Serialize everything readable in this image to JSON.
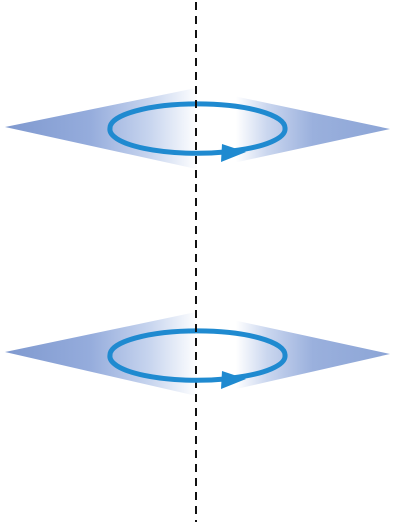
{
  "diagram": {
    "description_text": "",
    "planes": [
      {
        "id": "upper",
        "rotation": "counterclockwise-from-front"
      },
      {
        "id": "lower",
        "rotation": "counterclockwise-from-front"
      }
    ],
    "axis": {
      "style": "dashed",
      "orientation": "vertical"
    },
    "colors": {
      "plane_base": "#8fa7d6",
      "plane_highlight": "#ffffff",
      "circulation_arrow": "#1f8ad0",
      "axis_line": "#111111",
      "background": "#ffffff"
    }
  }
}
